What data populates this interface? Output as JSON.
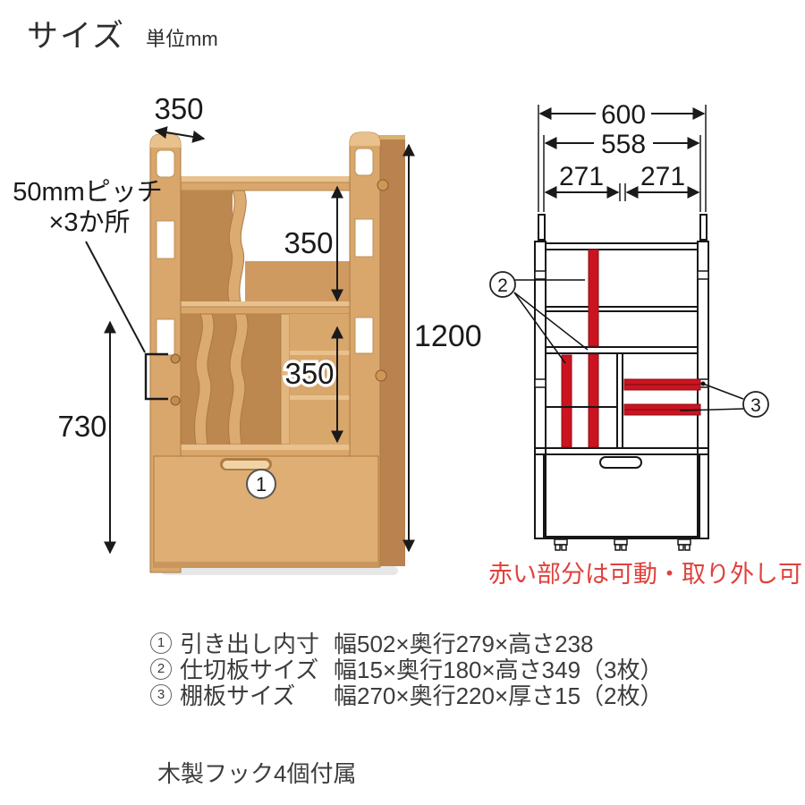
{
  "header": {
    "title": "サイズ",
    "unit": "単位mm"
  },
  "photo_figure": {
    "depth_label": "350",
    "upper_shelf_label": "350",
    "lower_shelf_label": "350",
    "total_height_label": "1200",
    "pitch_span_label": "730",
    "pitch_note_line1": "50mmピッチ",
    "pitch_note_line2": "×3か所",
    "drawer_badge": "1"
  },
  "drawing_figure": {
    "outer_width_label": "600",
    "inner_width_label": "558",
    "left_half_label": "271",
    "right_half_label": "271",
    "divider_badge": "2",
    "shelf_badge": "3",
    "caption": "赤い部分は可動・取り外し可"
  },
  "colors": {
    "accent_red": "#cb1420",
    "caption_red": "#e0413d"
  },
  "spec_list": [
    {
      "num": "1",
      "label": "引き出し内寸",
      "value": "幅502×奥行279×高さ238"
    },
    {
      "num": "2",
      "label": "仕切板サイズ",
      "value": "幅15×奥行180×高さ349（3枚）"
    },
    {
      "num": "3",
      "label": "棚板サイズ",
      "value": "幅270×奥行220×厚さ15（2枚）"
    }
  ],
  "footnote": "木製フック4個付属"
}
